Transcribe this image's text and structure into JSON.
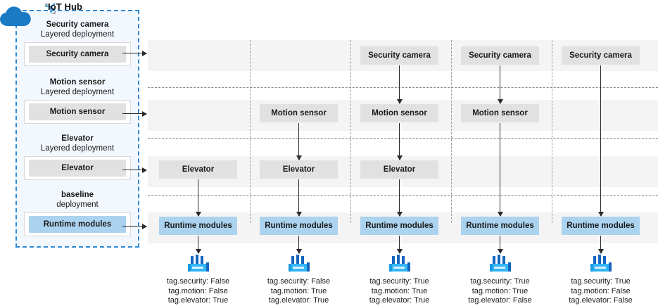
{
  "diagram": {
    "title": "IoT Hub layered deployment diagram",
    "colors": {
      "hub_border": "#2f8ad4",
      "hub_fill": "#f2f8fd",
      "cloud": "#1b7ac4",
      "node_fill": "#e1e1e1",
      "runtime_fill": "#abd2ee",
      "row_band": "#f4f4f4",
      "arrow": "#2b2b2b",
      "factory_primary": "#32b6f3",
      "factory_dark": "#1665c0"
    }
  },
  "hub": {
    "label": "IoT Hub",
    "icon": "iot-hub-icon",
    "cloud_icon": "cloud-icon",
    "deployments": [
      {
        "name": "Security camera",
        "type": "Layered deployment",
        "module": "Security camera",
        "runtime": false
      },
      {
        "name": "Motion sensor",
        "type": "Layered deployment",
        "module": "Motion sensor",
        "runtime": false
      },
      {
        "name": "Elevator",
        "type": "Layered deployment",
        "module": "Elevator",
        "runtime": false
      },
      {
        "name": "baseline",
        "type": "deployment",
        "module": "Runtime modules",
        "runtime": true
      }
    ]
  },
  "grid": {
    "row_labels": [
      "Security camera",
      "Motion sensor",
      "Elevator",
      "Runtime modules"
    ],
    "devices": [
      {
        "id": "device-1",
        "nodes": [
          null,
          null,
          "Elevator",
          "Runtime modules"
        ],
        "tags": [
          "tag.security: False",
          "tag.motion: False",
          "tag.elevator: True"
        ]
      },
      {
        "id": "device-2",
        "nodes": [
          null,
          "Motion sensor",
          "Elevator",
          "Runtime modules"
        ],
        "tags": [
          "tag.security: False",
          "tag.motion: True",
          "tag.elevator: True"
        ]
      },
      {
        "id": "device-3",
        "nodes": [
          "Security camera",
          "Motion sensor",
          "Elevator",
          "Runtime modules"
        ],
        "tags": [
          "tag.security: True",
          "tag.motion: True",
          "tag.elevator: True"
        ]
      },
      {
        "id": "device-4",
        "nodes": [
          "Security camera",
          "Motion sensor",
          null,
          "Runtime modules"
        ],
        "tags": [
          "tag.security: True",
          "tag.motion: True",
          "tag.elevator: False"
        ]
      },
      {
        "id": "device-5",
        "nodes": [
          "Security camera",
          null,
          null,
          "Runtime modules"
        ],
        "tags": [
          "tag.security: True",
          "tag.motion: False",
          "tag.elevator: False"
        ]
      }
    ],
    "device_icon": "factory-icon"
  }
}
